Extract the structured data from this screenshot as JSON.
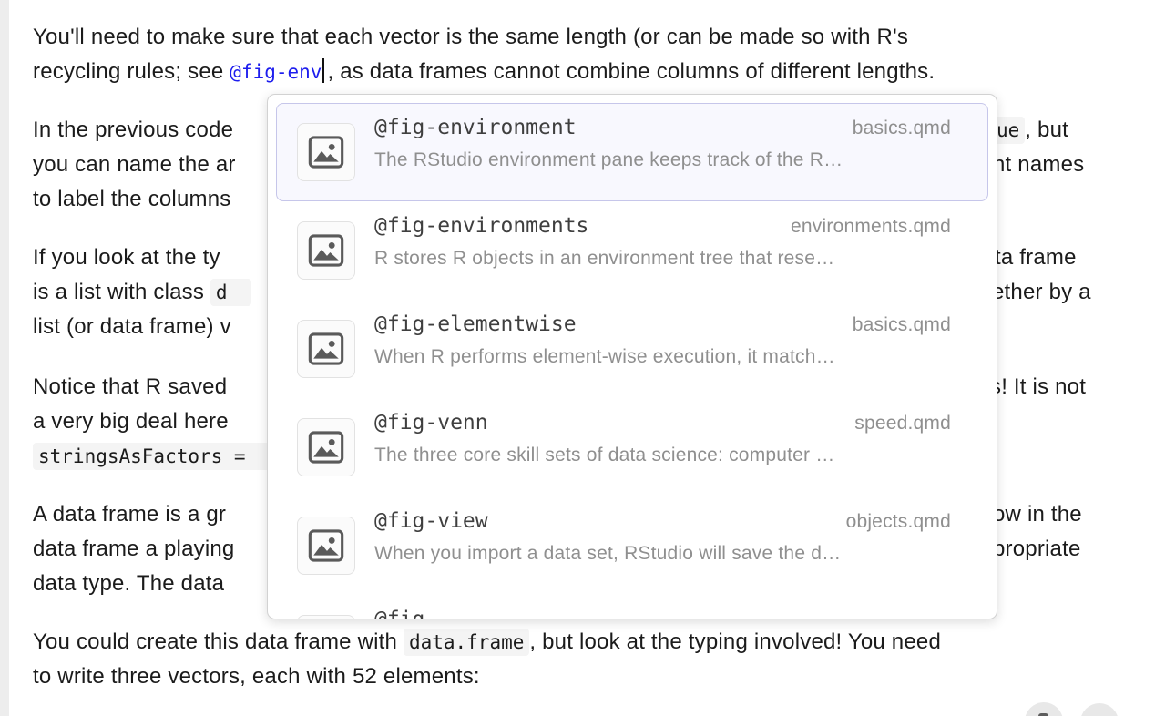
{
  "document": {
    "para1": {
      "line1": "You'll need to make sure that each vector is the same length (or can be made so with R's",
      "line2_pre": "recycling rules; see ",
      "crossref_input": "@fig-env",
      "line2_post": ", as data frames cannot combine columns of different lengths."
    },
    "occluded": {
      "p2l1_left": "In the previous code",
      "p2l1_right_code": "ue",
      "p2l1_right": ", but",
      "p2l2_left": "you can name the ar",
      "p2l2_right": "nt names",
      "p2l3_left": "to label the columns",
      "p3l1_left": "If you look at the ty",
      "p3l1_right": "ta frame",
      "p3l2_left": "is a list with class ",
      "p3l2_left_code": "d",
      "p3l2_right": "ether by a",
      "p3l3_left": "list (or data frame) v",
      "p4l1_left": "Notice that R saved",
      "p4l1_right": "s! It is not",
      "p4l2_left": "a very big deal here",
      "p4l3_code": "stringsAsFactors =",
      "p5l1_left": "A data frame is a gr",
      "p5l1_right": "ow in the",
      "p5l2_left": "data frame a playing",
      "p5l2_right": "propriate",
      "p5l3_left": "data type. The data"
    },
    "para6": {
      "line1_pre": "You could create this data frame with ",
      "line1_code": "data.frame",
      "line1_post": ", but look at the typing involved! You need",
      "line2": "to write three vectors, each with 52 elements:"
    }
  },
  "popup": {
    "items": [
      {
        "ref": "@fig-environment",
        "file": "basics.qmd",
        "desc": "The RStudio environment pane keeps track of the R…",
        "selected": true
      },
      {
        "ref": "@fig-environments",
        "file": "environments.qmd",
        "desc": "R stores R objects in an environment tree that rese…",
        "selected": false
      },
      {
        "ref": "@fig-elementwise",
        "file": "basics.qmd",
        "desc": "When R performs element-wise execution, it match…",
        "selected": false
      },
      {
        "ref": "@fig-venn",
        "file": "speed.qmd",
        "desc": "The three core skill sets of data science: computer …",
        "selected": false
      },
      {
        "ref": "@fig-view",
        "file": "objects.qmd",
        "desc": "When you import a data set, RStudio will save the d…",
        "selected": false
      },
      {
        "ref": "@fig-",
        "file": "",
        "desc": "",
        "selected": false
      }
    ]
  },
  "colors": {
    "selected_bg": "#f8f8fe",
    "selected_border": "#c6c6ea",
    "crossref_blue": "#1d1dee",
    "inline_code_bg": "#f4f4f4",
    "muted_text": "#8f8f8f"
  }
}
